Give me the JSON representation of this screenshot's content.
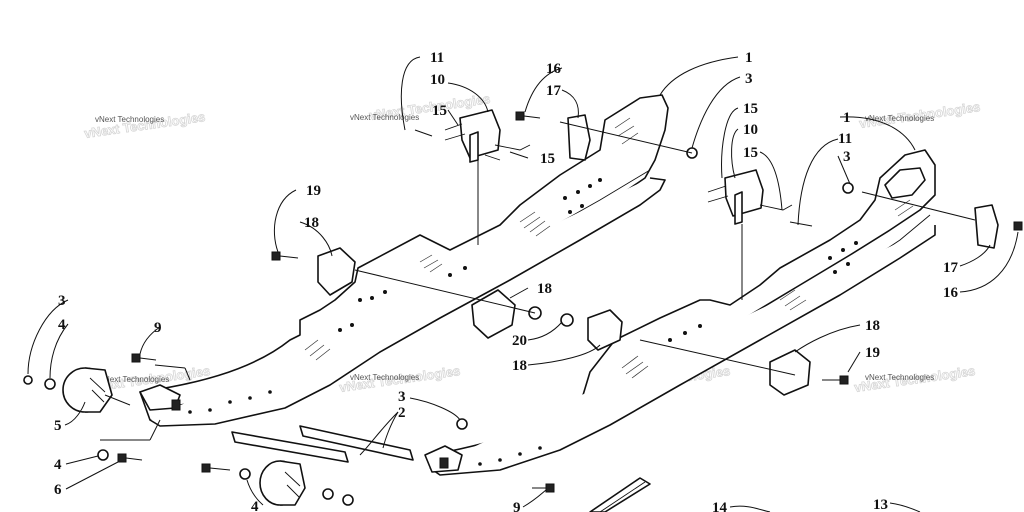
{
  "callouts": {
    "c1a": "1",
    "c1b": "1",
    "c2": "2",
    "c3a": "3",
    "c3b": "3",
    "c3c": "3",
    "c3d": "3",
    "c4a": "4",
    "c4b": "4",
    "c4c": "4",
    "c5": "5",
    "c6": "6",
    "c9a": "9",
    "c9b": "9",
    "c10a": "10",
    "c10b": "10",
    "c11a": "11",
    "c11b": "11",
    "c13": "13",
    "c14": "14",
    "c15a": "15",
    "c15b": "15",
    "c15c": "15",
    "c15d": "15",
    "c16a": "16",
    "c16b": "16",
    "c17a": "17",
    "c17b": "17",
    "c18a": "18",
    "c18b": "18",
    "c18c": "18",
    "c18d": "18",
    "c19a": "19",
    "c19b": "19",
    "c20": "20"
  },
  "watermark": {
    "text": "vNext Technologies"
  }
}
